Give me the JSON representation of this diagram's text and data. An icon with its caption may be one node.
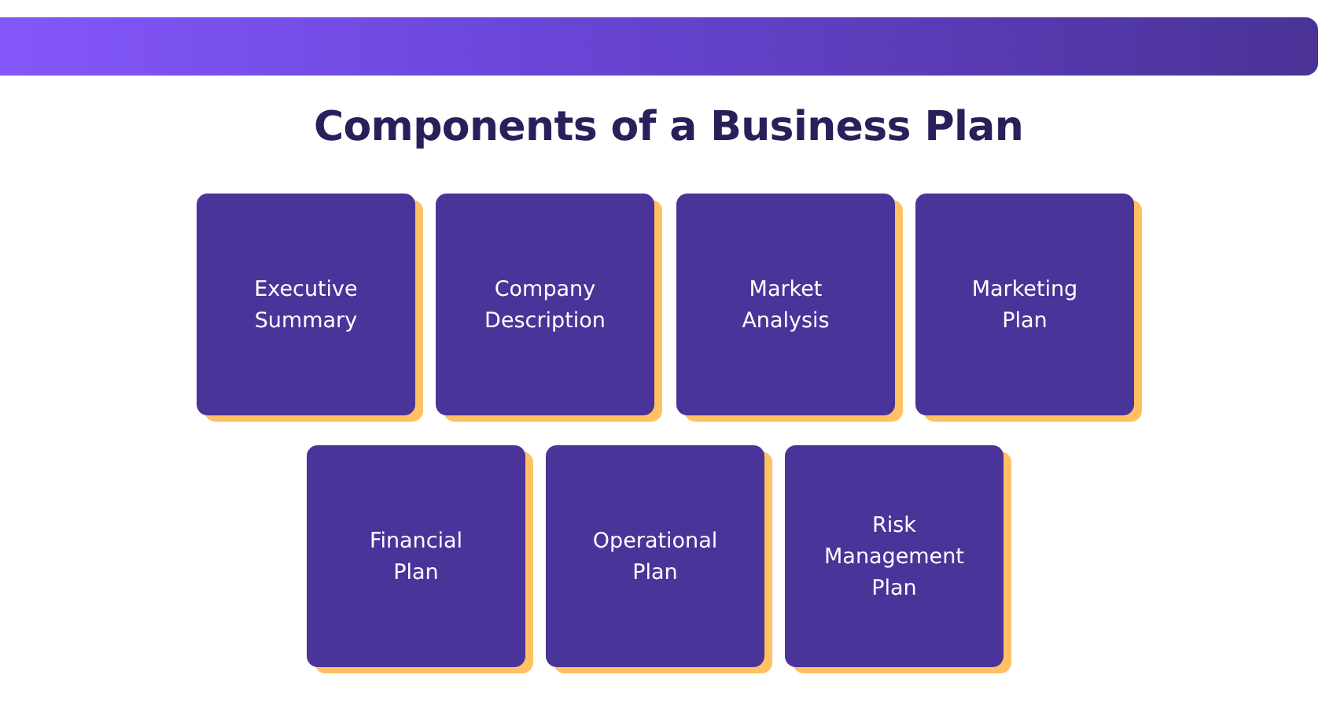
{
  "diagram": {
    "title": "Components of a Business Plan",
    "nodes": [
      {
        "text": [
          "Executive Summary"
        ]
      },
      {
        "text": [
          "Company Description"
        ]
      },
      {
        "text": [
          "Market Analysis"
        ]
      },
      {
        "text": [
          "Marketing Plan"
        ]
      },
      {
        "text": [
          "Financial Plan"
        ]
      },
      {
        "text": [
          "Operational Plan"
        ]
      },
      {
        "text": [
          "Risk Management Plan"
        ]
      }
    ]
  }
}
